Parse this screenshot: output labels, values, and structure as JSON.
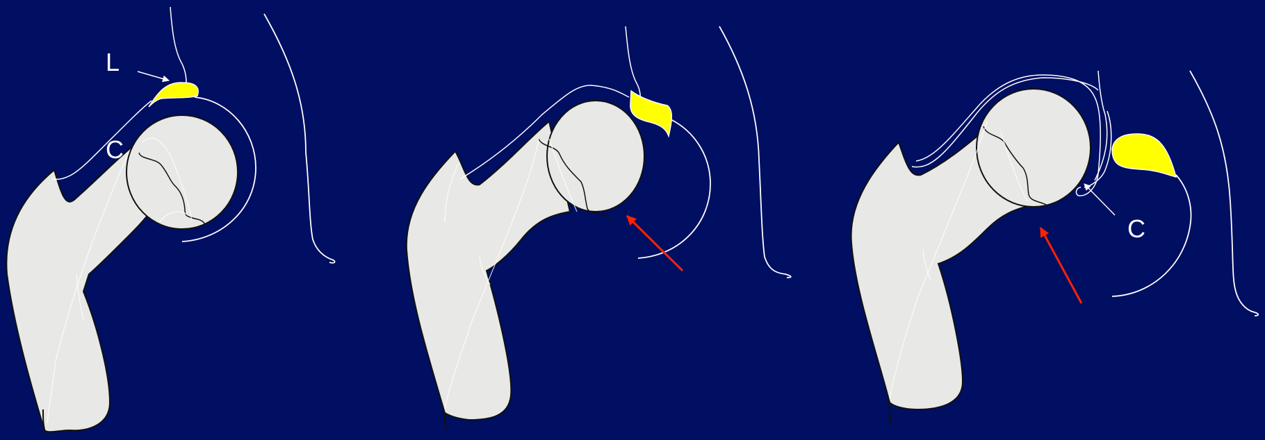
{
  "labels": {
    "labrum": "L",
    "capsule_left": "C",
    "capsule_right": "C"
  },
  "colors": {
    "background": "#000f62",
    "bone": "#e8e8e6",
    "labrum": "#ffff00",
    "line": "#ffffff",
    "outline": "#111111",
    "arrow_red": "#ff2200"
  }
}
